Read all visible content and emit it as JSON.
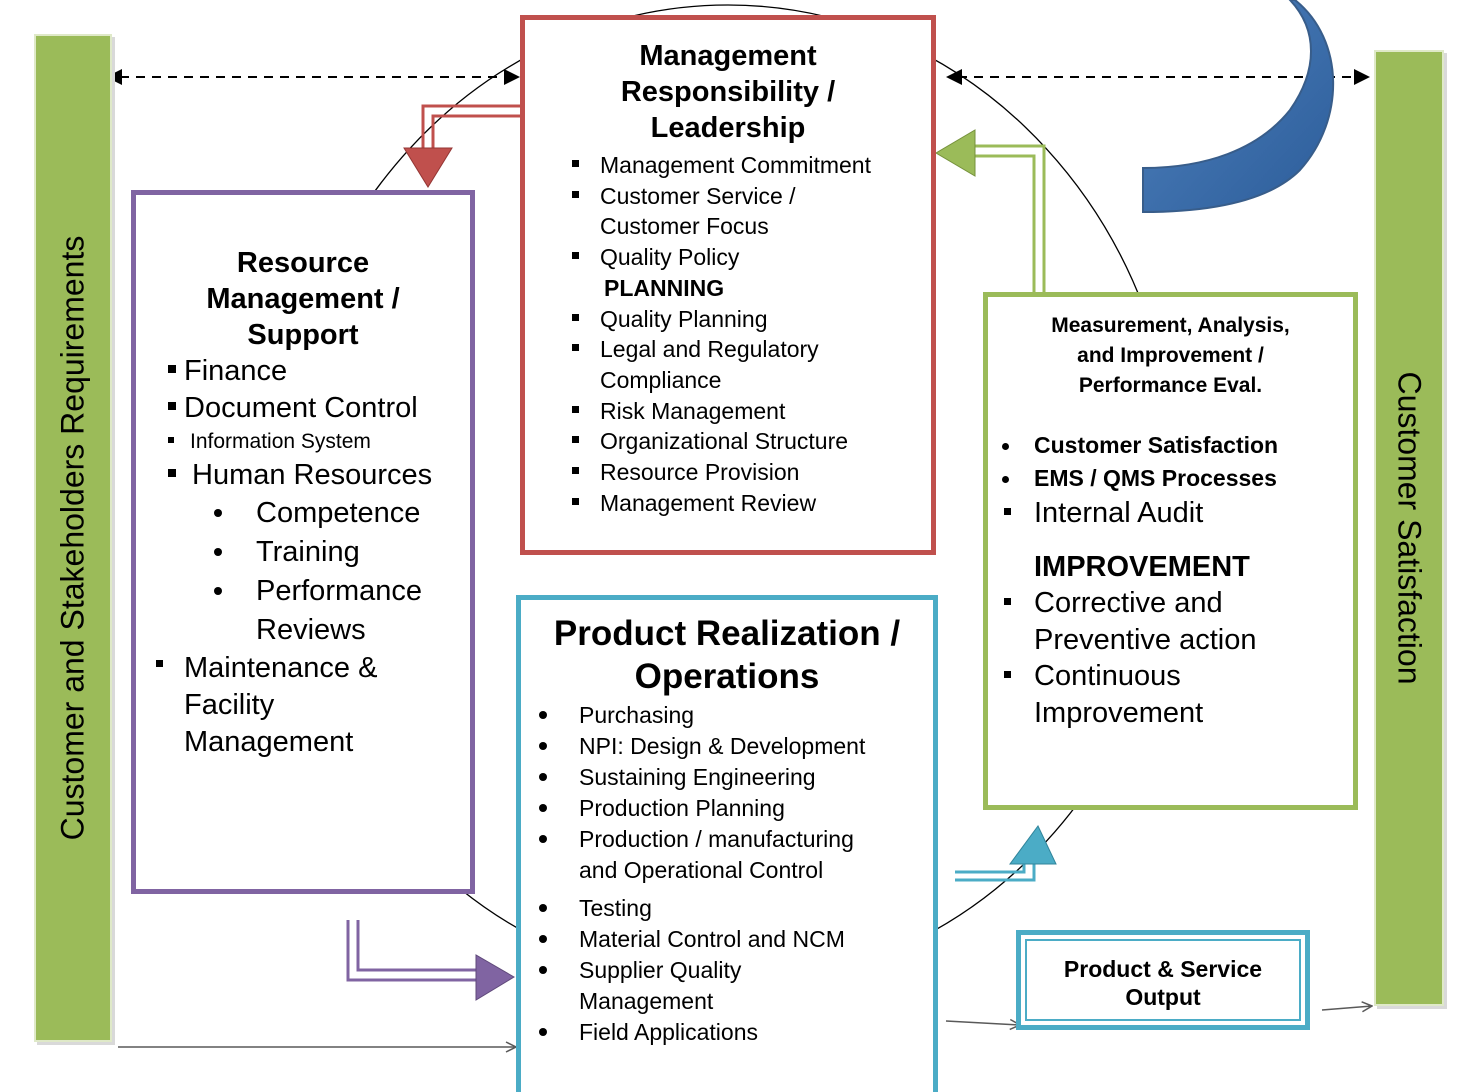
{
  "left_bar": {
    "label": "Customer and Stakeholders Requirements"
  },
  "right_bar": {
    "label": "Customer Satisfaction"
  },
  "management": {
    "title_lines": [
      "Management",
      "Responsibility /",
      "Leadership"
    ],
    "items": [
      "Management Commitment",
      "Customer Service /",
      "Customer Focus",
      "Quality Policy",
      "PLANNING",
      "Quality Planning",
      "Legal and Regulatory",
      "Compliance",
      "Risk Management",
      "Organizational Structure",
      "Resource Provision",
      "Management Review"
    ]
  },
  "resource": {
    "title_lines": [
      "Resource",
      "Management /",
      "Support"
    ],
    "items": [
      "Finance",
      "Document Control",
      "Information System",
      "Human Resources"
    ],
    "sub_items": [
      "Competence",
      "Training",
      "Performance",
      "Reviews"
    ],
    "last_item": [
      "Maintenance &",
      "Facility",
      "Management"
    ]
  },
  "product": {
    "title_lines": [
      "Product Realization /",
      "Operations"
    ],
    "items": [
      "Purchasing",
      "NPI: Design & Development",
      "Sustaining Engineering",
      "Production Planning",
      "Production / manufacturing",
      "and Operational Control",
      "Testing",
      "Material Control and NCM",
      "Supplier Quality",
      "Management",
      "Field Applications"
    ]
  },
  "measurement": {
    "title_lines": [
      "Measurement, Analysis,",
      "and Improvement /",
      "Performance Eval."
    ],
    "items": [
      "Customer Satisfaction",
      "EMS / QMS Processes",
      "Internal Audit"
    ],
    "improvement_title": "IMPROVEMENT",
    "improvement_items": [
      "Corrective and",
      "Preventive action",
      "Continuous",
      "Improvement"
    ]
  },
  "output": {
    "lines": [
      "Product & Service",
      "Output"
    ]
  },
  "colors": {
    "side_bar": "#9bbb59",
    "management": "#c0504d",
    "resource": "#8064a2",
    "product": "#4bacc6",
    "measurement": "#9bbb59",
    "curved_arrow": "#4f81bd"
  }
}
